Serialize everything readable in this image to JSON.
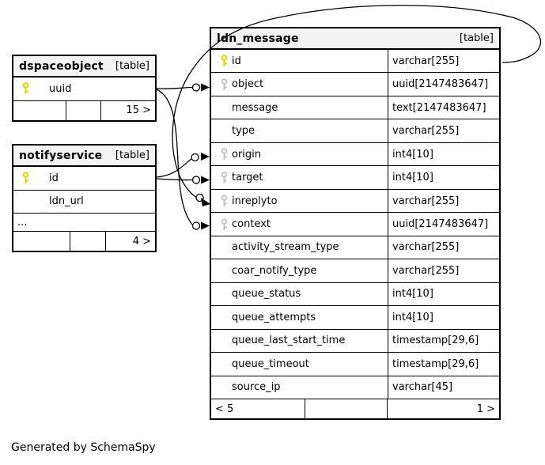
{
  "diagram": {
    "generated_by": "Generated by SchemaSpy"
  },
  "colors": {
    "primary_key": "#d6d600",
    "foreign_key": "#c3c3c3",
    "header_bg": "#f4f4f4"
  },
  "tables": {
    "ldn_message": {
      "name": "ldn_message",
      "badge": "[table]",
      "columns": [
        {
          "name": "id",
          "type": "varchar[255]",
          "key": "primary"
        },
        {
          "name": "object",
          "type": "uuid[2147483647]",
          "key": "foreign"
        },
        {
          "name": "message",
          "type": "text[2147483647]",
          "key": "none"
        },
        {
          "name": "type",
          "type": "varchar[255]",
          "key": "none"
        },
        {
          "name": "origin",
          "type": "int4[10]",
          "key": "foreign"
        },
        {
          "name": "target",
          "type": "int4[10]",
          "key": "foreign"
        },
        {
          "name": "inreplyto",
          "type": "varchar[255]",
          "key": "foreign"
        },
        {
          "name": "context",
          "type": "uuid[2147483647]",
          "key": "foreign"
        },
        {
          "name": "activity_stream_type",
          "type": "varchar[255]",
          "key": "none"
        },
        {
          "name": "coar_notify_type",
          "type": "varchar[255]",
          "key": "none"
        },
        {
          "name": "queue_status",
          "type": "int4[10]",
          "key": "none"
        },
        {
          "name": "queue_attempts",
          "type": "int4[10]",
          "key": "none"
        },
        {
          "name": "queue_last_start_time",
          "type": "timestamp[29,6]",
          "key": "none"
        },
        {
          "name": "queue_timeout",
          "type": "timestamp[29,6]",
          "key": "none"
        },
        {
          "name": "source_ip",
          "type": "varchar[45]",
          "key": "none"
        }
      ],
      "footer": {
        "left": "< 5",
        "middle": "",
        "right": "1 >"
      }
    },
    "dspaceobject": {
      "name": "dspaceobject",
      "badge": "[table]",
      "columns": [
        {
          "name": "uuid",
          "key": "primary"
        }
      ],
      "footer": {
        "left": "",
        "middle": "",
        "right": "15 >"
      }
    },
    "notifyservice": {
      "name": "notifyservice",
      "badge": "[table]",
      "columns": [
        {
          "name": "id",
          "key": "primary"
        },
        {
          "name": "ldn_url",
          "key": "none"
        }
      ],
      "ellipsis": "...",
      "footer": {
        "left": "",
        "middle": "",
        "right": "4 >"
      }
    }
  },
  "relationships": [
    {
      "from": "dspaceobject.uuid",
      "to": "ldn_message.object"
    },
    {
      "from": "dspaceobject.uuid",
      "to": "ldn_message.context"
    },
    {
      "from": "notifyservice.id",
      "to": "ldn_message.origin"
    },
    {
      "from": "notifyservice.id",
      "to": "ldn_message.target"
    },
    {
      "from": "ldn_message.id",
      "to": "ldn_message.inreplyto"
    }
  ]
}
